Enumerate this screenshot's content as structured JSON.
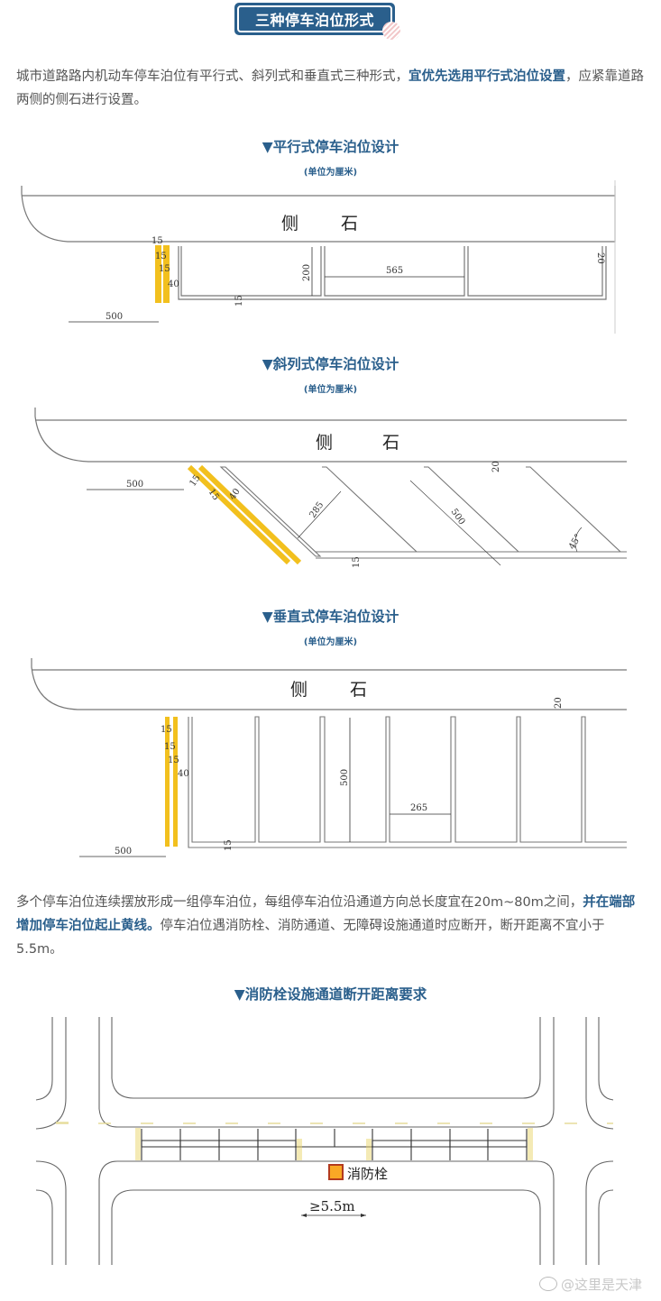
{
  "header": {
    "title": "三种停车泊位形式"
  },
  "intro": {
    "text_plain": "城市道路路内机动车停车泊位有平行式、斜列式和垂直式三种形式，",
    "text_highlight": "宜优先选用平行式泊位设置",
    "text_tail": "，应紧靠道路两侧的侧石进行设置。"
  },
  "parallel": {
    "title": "▼平行式停车泊位设计",
    "unit": "(单位为厘米)",
    "curb_label_1": "侧",
    "curb_label_2": "石",
    "dims": {
      "line_w1": "15",
      "line_w2": "15",
      "line_w3": "15",
      "gap": "40",
      "setback": "500",
      "depth": "200",
      "length": "565",
      "stroke": "15",
      "curb_gap": "20"
    }
  },
  "angled": {
    "title": "▼斜列式停车泊位设计",
    "unit": "(单位为厘米)",
    "curb_label_1": "侧",
    "curb_label_2": "石",
    "dims": {
      "line_w1": "15",
      "line_w2": "15",
      "gap": "40",
      "setback": "500",
      "width": "285",
      "length": "500",
      "stroke": "15",
      "curb_gap": "20",
      "angle": "45°"
    }
  },
  "perpendicular": {
    "title": "▼垂直式停车泊位设计",
    "unit": "(单位为厘米)",
    "curb_label_1": "侧",
    "curb_label_2": "石",
    "dims": {
      "line_w1": "15",
      "line_w2": "15",
      "line_w3": "15",
      "gap": "40",
      "setback": "500",
      "depth": "500",
      "width": "265",
      "stroke": "15",
      "curb_gap": "20"
    }
  },
  "rules": {
    "text_plain": "多个停车泊位连续摆放形成一组停车泊位，每组停车泊位沿通道方向总长度宜在20m~80m之间，",
    "text_highlight": "并在端部增加停车泊位起止黄线。",
    "text_tail": "停车泊位遇消防栓、消防通道、无障碍设施通道时应断开，断开距离不宜小于5.5m。"
  },
  "hydrant": {
    "title": "▼消防栓设施通道断开距离要求",
    "hydrant_label": "消防栓",
    "distance_label": "≥5.5m"
  },
  "watermark": {
    "text": "@这里是天津"
  },
  "colors": {
    "accent": "#2a5f8c",
    "yellow_line": "#f2c01e",
    "hydrant_fill": "#f9a825",
    "hydrant_border": "#b23a1e"
  }
}
